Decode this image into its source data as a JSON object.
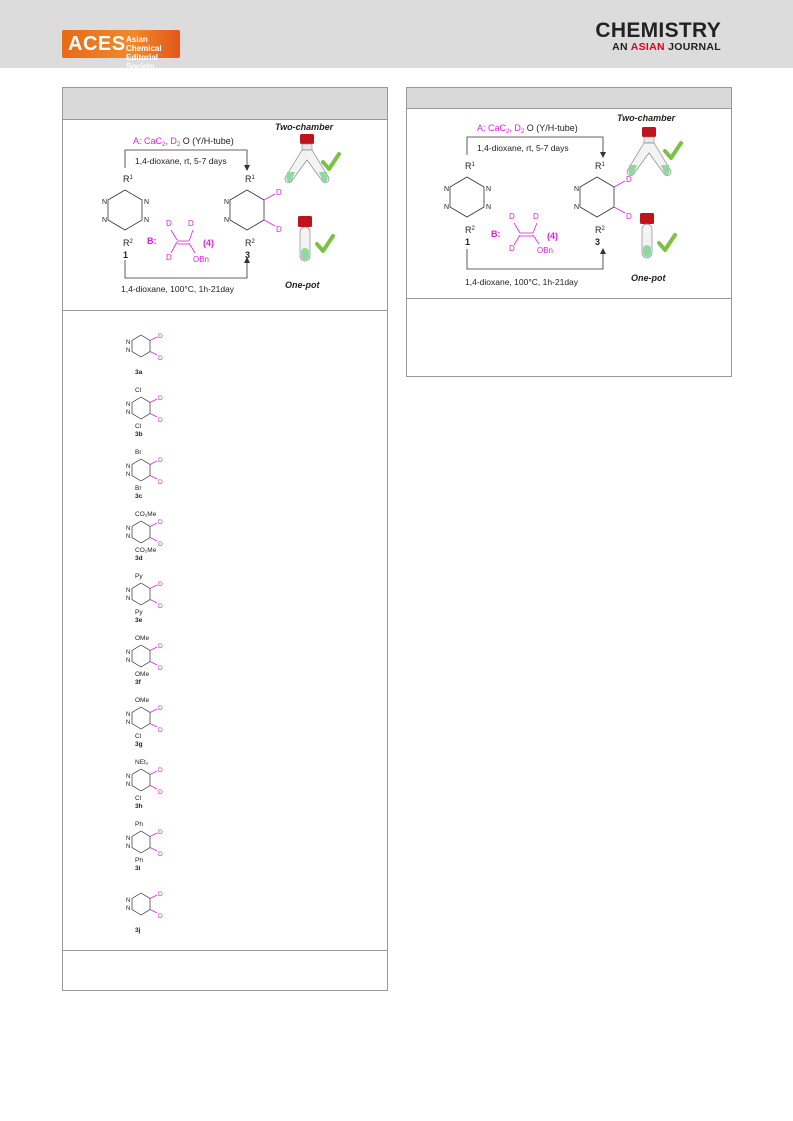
{
  "header": {
    "aces_main": "ACES",
    "aces_sub_line1": "Asian Chemical",
    "aces_sub_line2": "Editorial Society",
    "journal_line1": "CHEMISTRY",
    "journal_line2_a": "AN ",
    "journal_line2_b": "ASIAN",
    "journal_line2_c": " JOURNAL"
  },
  "scheme": {
    "route_a_prefix": "A:",
    "route_a_reagent": "CaC",
    "route_a_sub1": "2",
    "route_a_mid": ", D",
    "route_a_sub2": "2",
    "route_a_tail": "O (Y/H-tube)",
    "route_a_conditions": "1,4-dioxane, rt, 5-7 days",
    "route_b_prefix": "B:",
    "route_b_label": "(4)",
    "route_b_conditions": "1,4-dioxane, 100°C, 1h-21day",
    "two_chamber": "Two-chamber",
    "one_pot": "One-pot",
    "obn": "OBn",
    "deuterium": "D",
    "r1": "R",
    "r1_sup": "1",
    "r2": "R",
    "r2_sup": "2",
    "n": "N",
    "cmpd_1": "1",
    "cmpd_3": "3"
  },
  "compounds": [
    {
      "top": "",
      "bottom": "",
      "label": "3a"
    },
    {
      "top": "Cl",
      "bottom": "Cl",
      "label": "3b"
    },
    {
      "top": "Br",
      "bottom": "Br",
      "label": "3c"
    },
    {
      "top": "CO₂Me",
      "bottom": "CO₂Me",
      "label": "3d"
    },
    {
      "top": "Py",
      "bottom": "Py",
      "label": "3e"
    },
    {
      "top": "OMe",
      "bottom": "OMe",
      "label": "3f"
    },
    {
      "top": "OMe",
      "bottom": "Cl",
      "label": "3g"
    },
    {
      "top": "NEt₂",
      "bottom": "Cl",
      "label": "3h"
    },
    {
      "top": "Ph",
      "bottom": "Ph",
      "label": "3i"
    },
    {
      "top": "",
      "bottom": "",
      "label": "3j"
    }
  ],
  "colors": {
    "accent": "#e020e0",
    "header_gray": "#d9d9d9",
    "check_green": "#7cc242",
    "cap_red": "#c0141c"
  }
}
